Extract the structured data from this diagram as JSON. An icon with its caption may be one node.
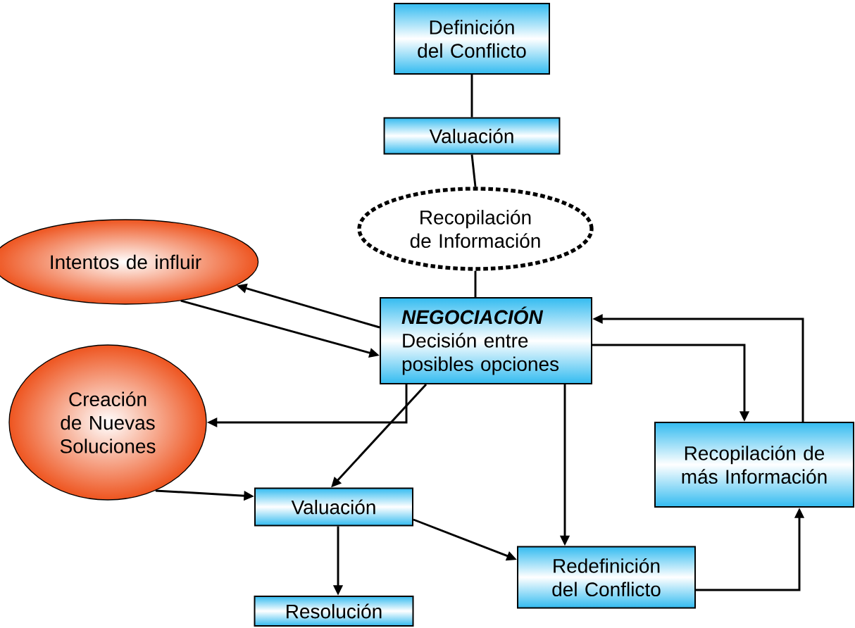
{
  "diagram": {
    "nodes": [
      {
        "text": [
          "Definición del Conflicto"
        ]
      },
      {
        "text": [
          "Valuación"
        ]
      },
      {
        "text": [
          "Recopilación de Información"
        ]
      },
      {
        "text": [
          "Intentos de influir"
        ]
      },
      {
        "text": [
          "NEGOCIACIÓN",
          "Decisión entre posibles opciones"
        ]
      },
      {
        "text": [
          "Creación de Nuevas Soluciones"
        ]
      },
      {
        "text": [
          "Recopilación de más Información"
        ]
      },
      {
        "text": [
          "Valuación"
        ]
      },
      {
        "text": [
          "Redefinición del Conflicto"
        ]
      },
      {
        "text": [
          "Resolución"
        ]
      }
    ],
    "edges": [
      {
        "from": 0,
        "to": 1,
        "arrow": "none"
      },
      {
        "from": 1,
        "to": 2,
        "arrow": "none"
      },
      {
        "from": 2,
        "to": 4,
        "arrow": "none"
      },
      {
        "from": 4,
        "to": 3,
        "arrow": "to"
      },
      {
        "from": 3,
        "to": 4,
        "arrow": "to"
      },
      {
        "from": 4,
        "to": 5,
        "arrow": "to"
      },
      {
        "from": 4,
        "to": 7,
        "arrow": "to"
      },
      {
        "from": 4,
        "to": 8,
        "arrow": "to"
      },
      {
        "from": 4,
        "to": 6,
        "arrow": "to"
      },
      {
        "from": 6,
        "to": 4,
        "arrow": "to"
      },
      {
        "from": 5,
        "to": 7,
        "arrow": "to"
      },
      {
        "from": 7,
        "to": 8,
        "arrow": "to"
      },
      {
        "from": 7,
        "to": 9,
        "arrow": "to"
      },
      {
        "from": 8,
        "to": 6,
        "arrow": "to"
      }
    ]
  }
}
